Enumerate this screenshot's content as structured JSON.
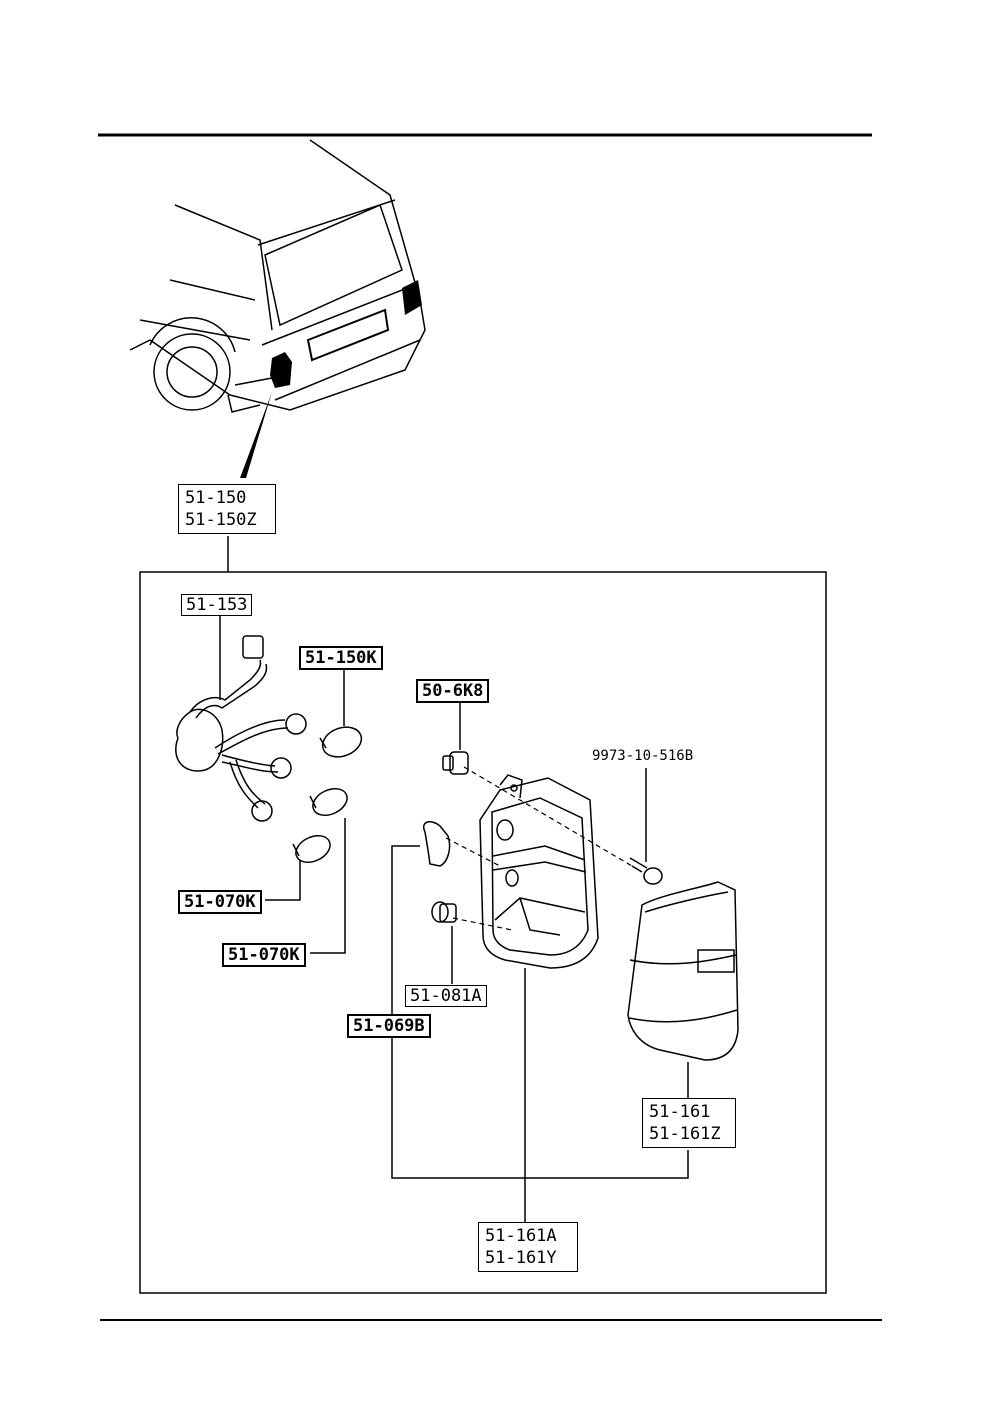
{
  "parts": {
    "tail_lamp_assembly": [
      "51-150",
      "51-150Z"
    ],
    "wiring_harness": "51-153",
    "bulb_main": "51-150K",
    "bulb_small_1": "51-070K",
    "bulb_small_2": "51-070K",
    "clip": "50-6K8",
    "screw": "9973-10-516B",
    "socket": "51-081A",
    "gasket": "51-069B",
    "lens": [
      "51-161",
      "51-161Z"
    ],
    "lamp_body": [
      "51-161A",
      "51-161Y"
    ]
  }
}
